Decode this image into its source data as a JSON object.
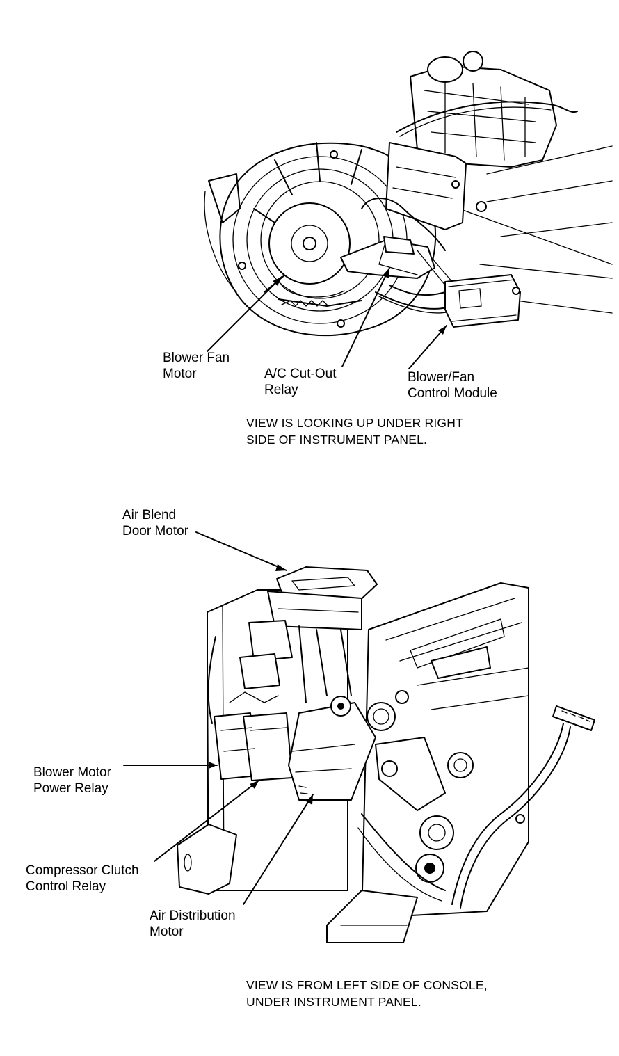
{
  "diagram1": {
    "labels": {
      "blower_fan_motor": [
        "Blower Fan",
        "Motor"
      ],
      "ac_cutout_relay": [
        "A/C Cut-Out",
        "Relay"
      ],
      "blower_fan_control_module": [
        "Blower/Fan",
        "Control Module"
      ]
    },
    "caption": [
      "VIEW IS LOOKING UP UNDER RIGHT",
      "SIDE OF INSTRUMENT PANEL."
    ]
  },
  "diagram2": {
    "labels": {
      "air_blend_door_motor": [
        "Air Blend",
        "Door Motor"
      ],
      "blower_motor_power_relay": [
        "Blower Motor",
        "Power Relay"
      ],
      "compressor_clutch_control_relay": [
        "Compressor Clutch",
        "Control Relay"
      ],
      "air_distribution_motor": [
        "Air Distribution",
        "Motor"
      ]
    },
    "caption": [
      "VIEW IS FROM LEFT SIDE OF CONSOLE,",
      "UNDER INSTRUMENT PANEL."
    ]
  }
}
